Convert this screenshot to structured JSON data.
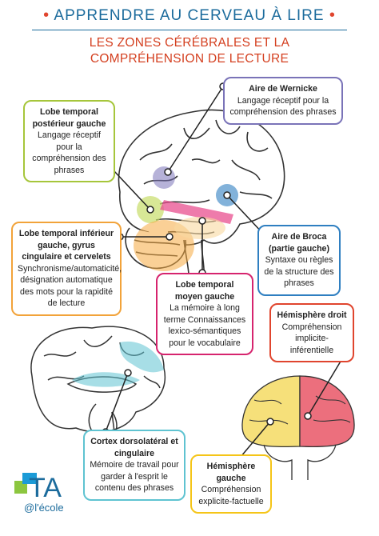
{
  "header": {
    "title": "APPRENDRE AU CERVEAU À LIRE",
    "subtitle_line1": "LES ZONES CÉRÉBRALES ET LA",
    "subtitle_line2": "COMPRÉHENSION DE LECTURE",
    "accent_color": "#e0452e",
    "title_color": "#1b6b9c"
  },
  "boxes": {
    "wernicke": {
      "title": "Aire de Wernicke",
      "text": "Langage réceptif pour la compréhension des phrases",
      "color": "#7a73b8"
    },
    "lobe_temporal_post": {
      "title": "Lobe temporal postérieur gauche",
      "text": "Langage réceptif pour la compréhension des phrases",
      "color": "#a6c63b"
    },
    "broca": {
      "title": "Aire de Broca (partie gauche)",
      "text": "Syntaxe ou règles de la structure des phrases",
      "color": "#2f7fc1"
    },
    "lobe_temporal_inf": {
      "title": "Lobe temporal inférieur gauche, gyrus cingulaire et cervelets",
      "text": "Synchronisme/automaticité, désignation automatique des mots pour la rapidité de lecture",
      "color": "#f2a33a"
    },
    "lobe_temporal_moyen": {
      "title": "Lobe temporal moyen gauche",
      "text": "La mémoire à long terme Connaissances lexico-sémantiques pour le vocabulaire",
      "color": "#d6246e"
    },
    "hemisphere_droit": {
      "title": "Hémisphère droit",
      "text": "Compréhension implicite-inférentielle",
      "color": "#e0452e"
    },
    "cortex": {
      "title": "Cortex dorsolatéral et cingulaire",
      "text": "Mémoire de travail pour garder à l'esprit le contenu des phrases",
      "color": "#5fc3d1"
    },
    "hemisphere_gauche": {
      "title": "Hémisphère gauche",
      "text": "Compréhension explicite-factuelle",
      "color": "#f5c518"
    }
  },
  "logo": {
    "letters": "TA",
    "caption": "@l'école"
  }
}
